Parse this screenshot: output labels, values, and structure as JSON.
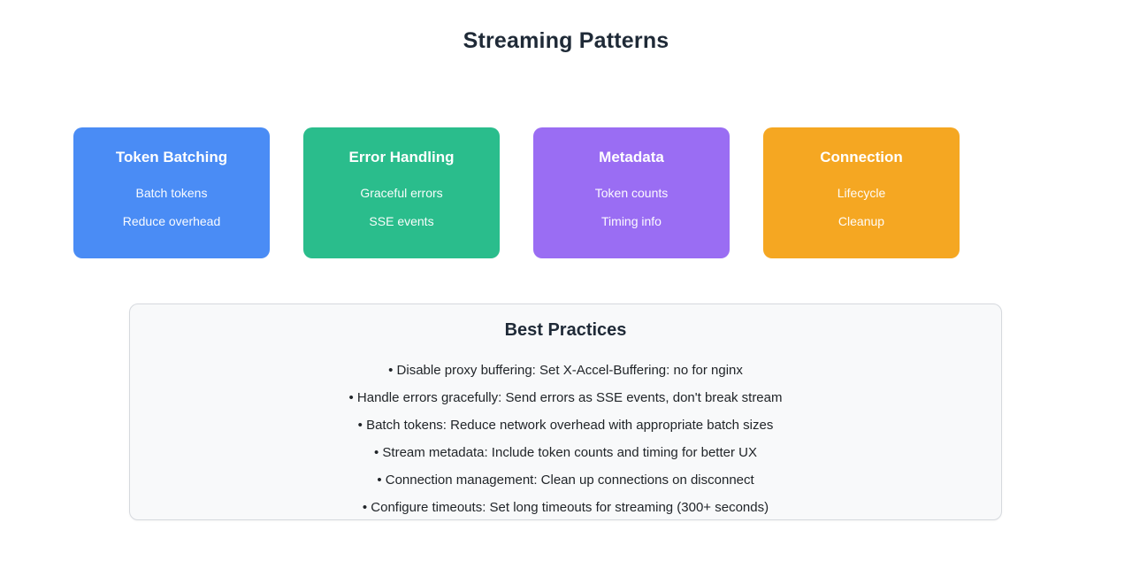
{
  "page": {
    "title": "Streaming Patterns"
  },
  "colors": {
    "background": "#ffffff",
    "heading_text": "#1f2a37",
    "body_text": "#212529",
    "panel_background": "#f8f9fa",
    "panel_border": "#d6d9de",
    "card_text": "#ffffff"
  },
  "cards": [
    {
      "title": "Token Batching",
      "lines": [
        "Batch tokens",
        "Reduce overhead"
      ],
      "color": "#4a8cf5"
    },
    {
      "title": "Error Handling",
      "lines": [
        "Graceful errors",
        "SSE events"
      ],
      "color": "#2abd8c"
    },
    {
      "title": "Metadata",
      "lines": [
        "Token counts",
        "Timing info"
      ],
      "color": "#9a6df3"
    },
    {
      "title": "Connection",
      "lines": [
        "Lifecycle",
        "Cleanup"
      ],
      "color": "#f5a722"
    }
  ],
  "best_practices": {
    "title": "Best Practices",
    "items": [
      "• Disable proxy buffering: Set X-Accel-Buffering: no for nginx",
      "• Handle errors gracefully: Send errors as SSE events, don't break stream",
      "• Batch tokens: Reduce network overhead with appropriate batch sizes",
      "• Stream metadata: Include token counts and timing for better UX",
      "• Connection management: Clean up connections on disconnect",
      "• Configure timeouts: Set long timeouts for streaming (300+ seconds)"
    ]
  }
}
